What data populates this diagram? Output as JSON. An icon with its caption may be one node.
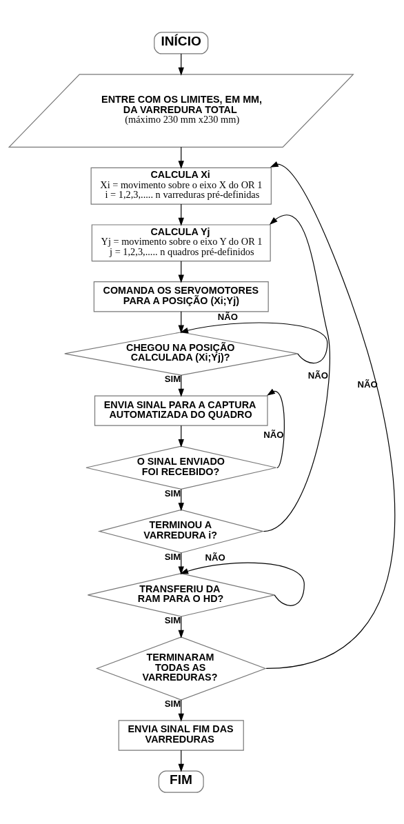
{
  "diagram": {
    "nodes": [
      {
        "text": [
          "INÍCIO"
        ]
      },
      {
        "text": [
          "ENTRE COM OS LIMITES, EM MM, DA VARREDURA TOTAL",
          "(máximo 230 mm x230 mm)"
        ]
      },
      {
        "text": [
          "CALCULA Xi",
          "Xi = movimento sobre o eixo X do OR 1",
          "i = 1,2,3,..... n varreduras pré-definidas"
        ]
      },
      {
        "text": [
          "CALCULA Yj",
          "Yj = movimento sobre o eixo Y do OR 1",
          "j = 1,2,3,..... n quadros pré-definidos"
        ]
      },
      {
        "text": [
          "COMANDA OS SERVOMOTORES PARA A POSIÇÃO (Xi;Yj)"
        ]
      },
      {
        "text": [
          "CHEGOU NA POSIÇÃO CALCULADA (Xi;Yj)?"
        ]
      },
      {
        "text": [
          "ENVIA SINAL PARA A CAPTURA AUTOMATIZADA DO QUADRO"
        ]
      },
      {
        "text": [
          "O SINAL ENVIADO FOI RECEBIDO?"
        ]
      },
      {
        "text": [
          "TERMINOU A VARREDURA i?"
        ]
      },
      {
        "text": [
          "TRANSFERIU DA RAM PARA O HD?"
        ]
      },
      {
        "text": [
          "TERMINARAM TODAS AS VARREDURAS?"
        ]
      },
      {
        "text": [
          "ENVIA SINAL FIM DAS VARREDURAS"
        ]
      },
      {
        "text": [
          "FIM"
        ]
      }
    ],
    "edges": [
      {
        "from": 0,
        "to": 1,
        "arrow": "to"
      },
      {
        "from": 1,
        "to": 2,
        "arrow": "to"
      },
      {
        "from": 2,
        "to": 3,
        "arrow": "to"
      },
      {
        "from": 3,
        "to": 4,
        "arrow": "to"
      },
      {
        "from": 4,
        "to": 5,
        "arrow": "to"
      },
      {
        "from": 5,
        "to": 5,
        "arrow": "to",
        "label": "NÃO"
      },
      {
        "from": 5,
        "to": 6,
        "arrow": "to",
        "label": "SIM"
      },
      {
        "from": 6,
        "to": 7,
        "arrow": "to"
      },
      {
        "from": 7,
        "to": 6,
        "arrow": "to",
        "label": "NÃO"
      },
      {
        "from": 7,
        "to": 8,
        "arrow": "to",
        "label": "SIM"
      },
      {
        "from": 8,
        "to": 3,
        "arrow": "to",
        "label": "NÃO"
      },
      {
        "from": 8,
        "to": 9,
        "arrow": "to",
        "label": "SIM"
      },
      {
        "from": 9,
        "to": 9,
        "arrow": "to",
        "label": "NÃO"
      },
      {
        "from": 9,
        "to": 10,
        "arrow": "to",
        "label": "SIM"
      },
      {
        "from": 10,
        "to": 2,
        "arrow": "to",
        "label": "NÃO"
      },
      {
        "from": 10,
        "to": 11,
        "arrow": "to",
        "label": "SIM"
      },
      {
        "from": 11,
        "to": 12,
        "arrow": "to"
      }
    ]
  }
}
